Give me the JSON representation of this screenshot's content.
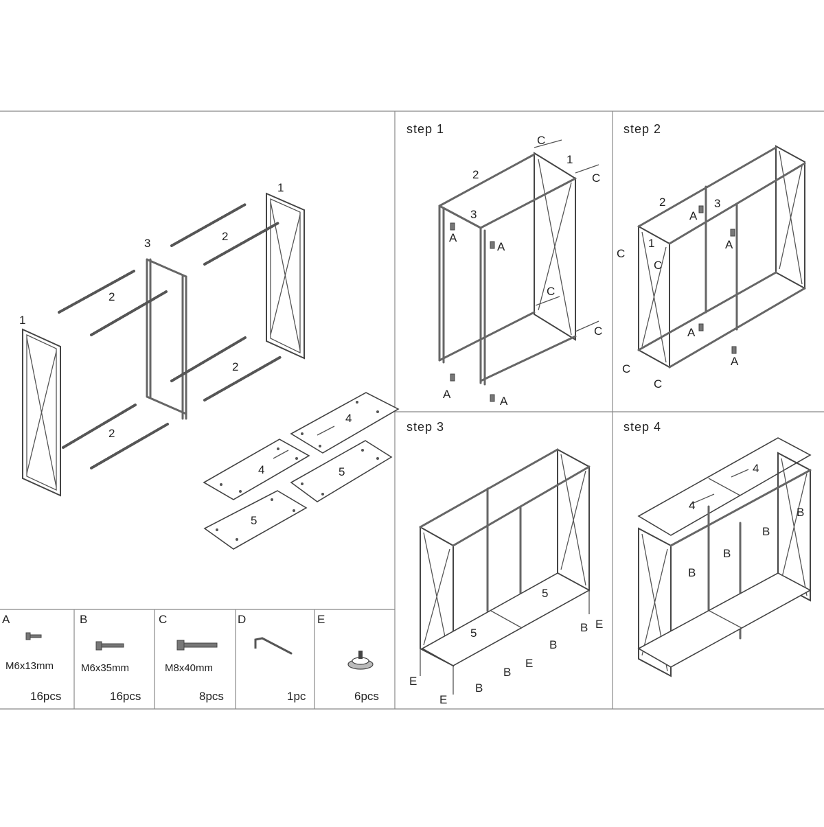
{
  "exploded": {
    "labels": [
      {
        "id": "side-left",
        "text": "1"
      },
      {
        "id": "side-right",
        "text": "1"
      },
      {
        "id": "middle-frame",
        "text": "3"
      },
      {
        "id": "beam-a",
        "text": "2"
      },
      {
        "id": "beam-b",
        "text": "2"
      },
      {
        "id": "beam-c",
        "text": "2"
      },
      {
        "id": "beam-d",
        "text": "2"
      },
      {
        "id": "top-panel-right",
        "text": "4"
      },
      {
        "id": "top-panel-left",
        "text": "4"
      },
      {
        "id": "bottom-panel-right",
        "text": "5"
      },
      {
        "id": "bottom-panel-left",
        "text": "5"
      }
    ]
  },
  "steps": [
    {
      "title": "step 1",
      "labels": {
        "beam": "2",
        "side": "1",
        "middle": "3",
        "screw_a": "A",
        "screw_c": "C"
      }
    },
    {
      "title": "step 2",
      "labels": {
        "beam": "2",
        "side": "1",
        "middle": "3",
        "screw_a": "A",
        "screw_c": "C"
      }
    },
    {
      "title": "step 3",
      "labels": {
        "panel": "5",
        "screw_b": "B",
        "foot_e": "E"
      }
    },
    {
      "title": "step 4",
      "labels": {
        "panel": "4",
        "screw_b": "B"
      }
    }
  ],
  "hardware": [
    {
      "letter": "A",
      "size": "M6x13mm",
      "qty": "16pcs",
      "icon": "short-screw-icon"
    },
    {
      "letter": "B",
      "size": "M6x35mm",
      "qty": "16pcs",
      "icon": "medium-screw-icon"
    },
    {
      "letter": "C",
      "size": "M8x40mm",
      "qty": "8pcs",
      "icon": "long-bolt-icon"
    },
    {
      "letter": "D",
      "size": "",
      "qty": "1pc",
      "icon": "allen-key-icon"
    },
    {
      "letter": "E",
      "size": "",
      "qty": "6pcs",
      "icon": "leveling-foot-icon"
    }
  ]
}
